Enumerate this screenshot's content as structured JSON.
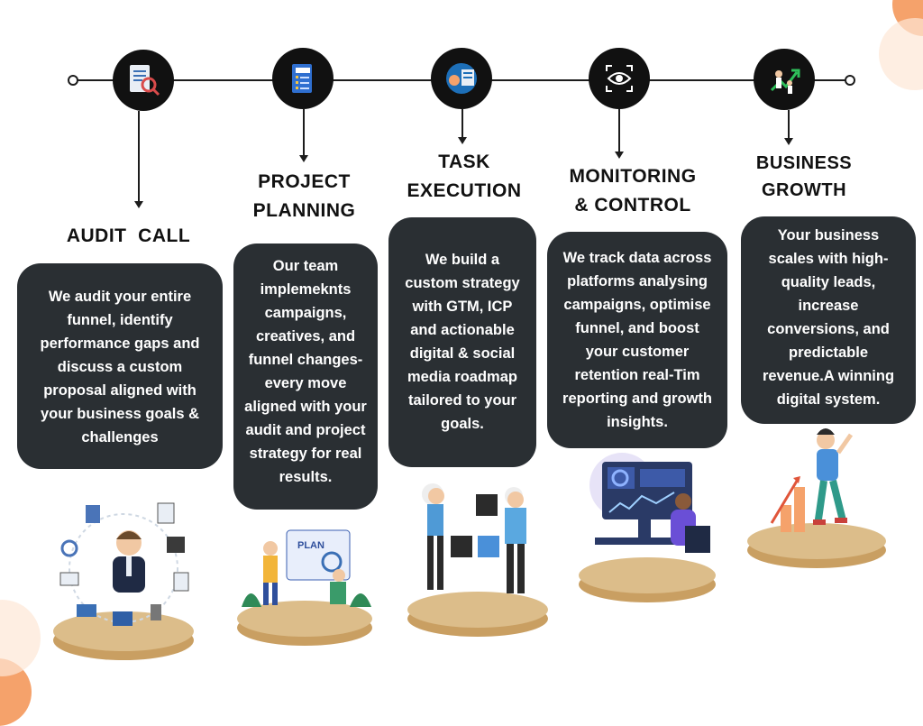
{
  "colors": {
    "dark": "#111111",
    "card": "#2a2f33",
    "pedestal": "#d7b47c",
    "accent": "#f5a26b"
  },
  "steps": [
    {
      "icon": "audit-document-icon",
      "title": [
        "AUDIT  CALL"
      ],
      "text": [
        "We audit your entire",
        "funnel, identify",
        "performance gaps and",
        "discuss a custom",
        "proposal aligned with",
        "your business goals &",
        "challenges"
      ],
      "illustration": "auditor-with-icons-illustration"
    },
    {
      "icon": "plan-book-icon",
      "title": [
        "PROJECT",
        "PLANNING"
      ],
      "text": [
        "Our team",
        "implemeknts",
        "campaigns,",
        "creatives, and",
        "funnel changes-",
        "every move",
        "aligned with your",
        "audit and project",
        "strategy for real",
        "results."
      ],
      "illustration": "planning-team-illustration"
    },
    {
      "icon": "task-dashboard-icon",
      "title": [
        "TASK",
        "EXECUTION"
      ],
      "text": [
        "We build a",
        "custom strategy",
        "with GTM, ICP",
        "and actionable",
        "digital & social",
        "media roadmap",
        "tailored to your",
        "goals."
      ],
      "illustration": "puzzle-team-illustration"
    },
    {
      "icon": "eye-focus-icon",
      "title": [
        "MONITORING",
        "& CONTROL"
      ],
      "text": [
        "We track data across",
        "platforms analysing",
        "campaigns, optimise",
        "funnel, and boost",
        "your customer",
        "retention real-Tim",
        "reporting and growth",
        "insights."
      ],
      "illustration": "analyst-at-monitor-illustration"
    },
    {
      "icon": "growth-chart-icon",
      "title": [
        "BUSINESS",
        "GROWTH"
      ],
      "text": [
        "Your business",
        "scales with high-",
        "quality leads,",
        "increase",
        "conversions, and",
        "predictable",
        "revenue.A winning",
        "digital system."
      ],
      "illustration": "growth-person-illustration"
    }
  ]
}
